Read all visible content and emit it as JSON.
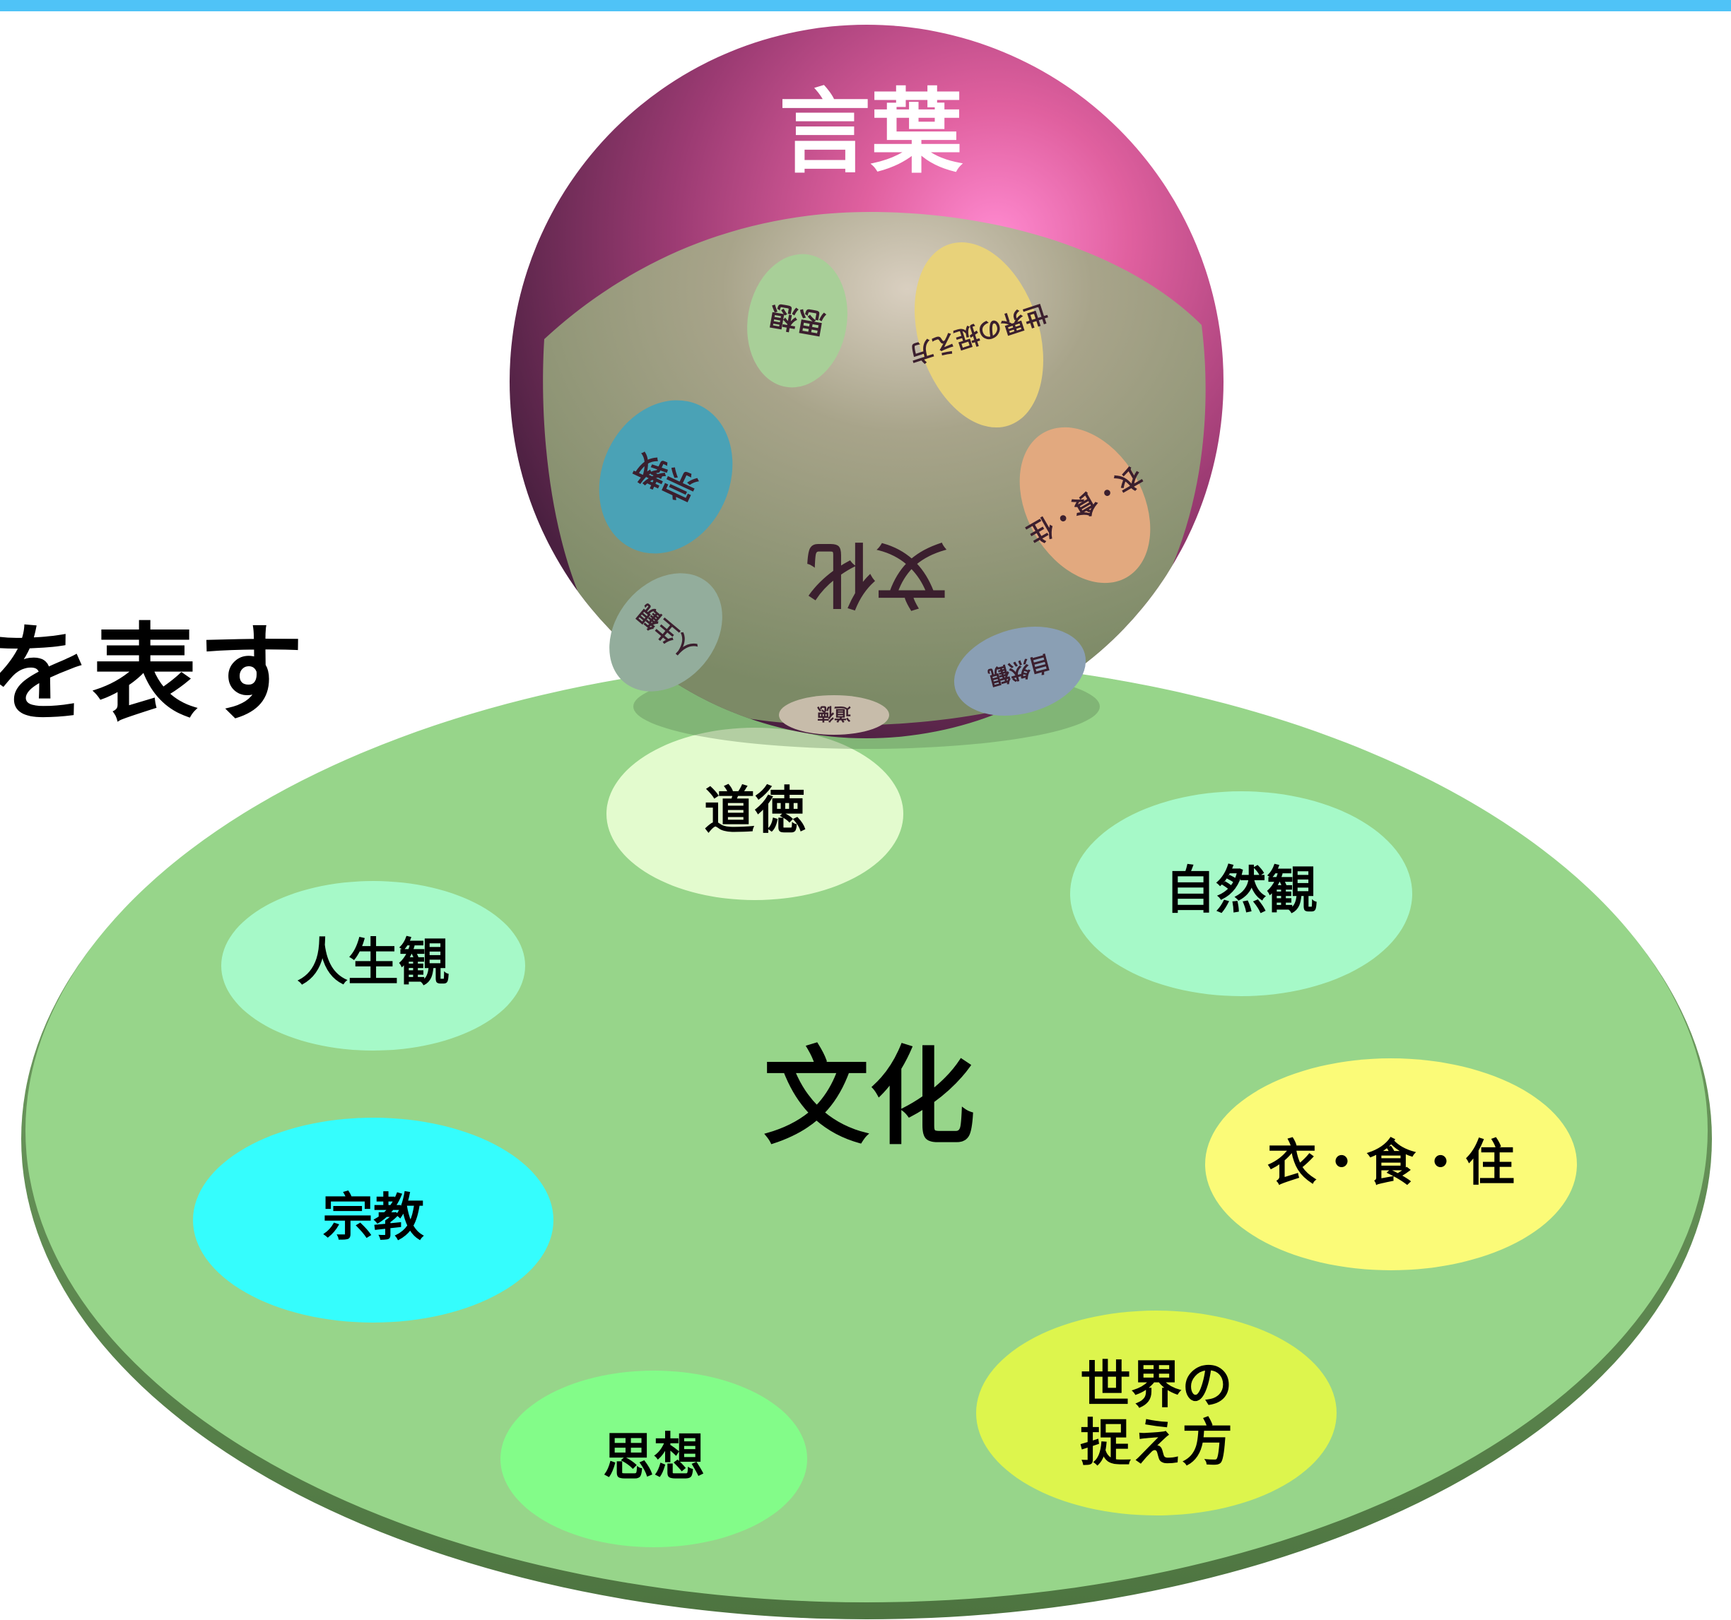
{
  "colors": {
    "topbar": "#4fc3f7",
    "plate_top": "#97d58a",
    "plate_edge": "#5f8a52",
    "sphere_shell": "#9c3b73",
    "sphere_highlight": "#ff7fc8",
    "sphere_inner": "#8f9a7a"
  },
  "partial_title": "を表す",
  "sphere": {
    "outer_label": "言葉",
    "inner_label": "文化",
    "items": [
      {
        "label": "思想",
        "color": "#a8cf98"
      },
      {
        "label": "世界の捉え方",
        "color": "#e8d27a"
      },
      {
        "label": "宗教",
        "color": "#4aa2b6"
      },
      {
        "label": "衣・食・住",
        "color": "#e2a97f"
      },
      {
        "label": "人生観",
        "color": "#93ad9c"
      },
      {
        "label": "自然観",
        "color": "#8a9fb4"
      },
      {
        "label": "道徳",
        "color": "#c7bcaa"
      }
    ]
  },
  "plate": {
    "center_label": "文化",
    "items": [
      {
        "label": "道徳",
        "color": "#e3fbce"
      },
      {
        "label": "自然観",
        "color": "#a6f9c8"
      },
      {
        "label": "人生観",
        "color": "#a6f9c8"
      },
      {
        "label": "衣・食・住",
        "color": "#fbfb78"
      },
      {
        "label": "宗教",
        "color": "#35fdfd"
      },
      {
        "label": "世界の",
        "label2": "捉え方",
        "color": "#ddf54d"
      },
      {
        "label": "思想",
        "color": "#83fc89"
      }
    ]
  }
}
